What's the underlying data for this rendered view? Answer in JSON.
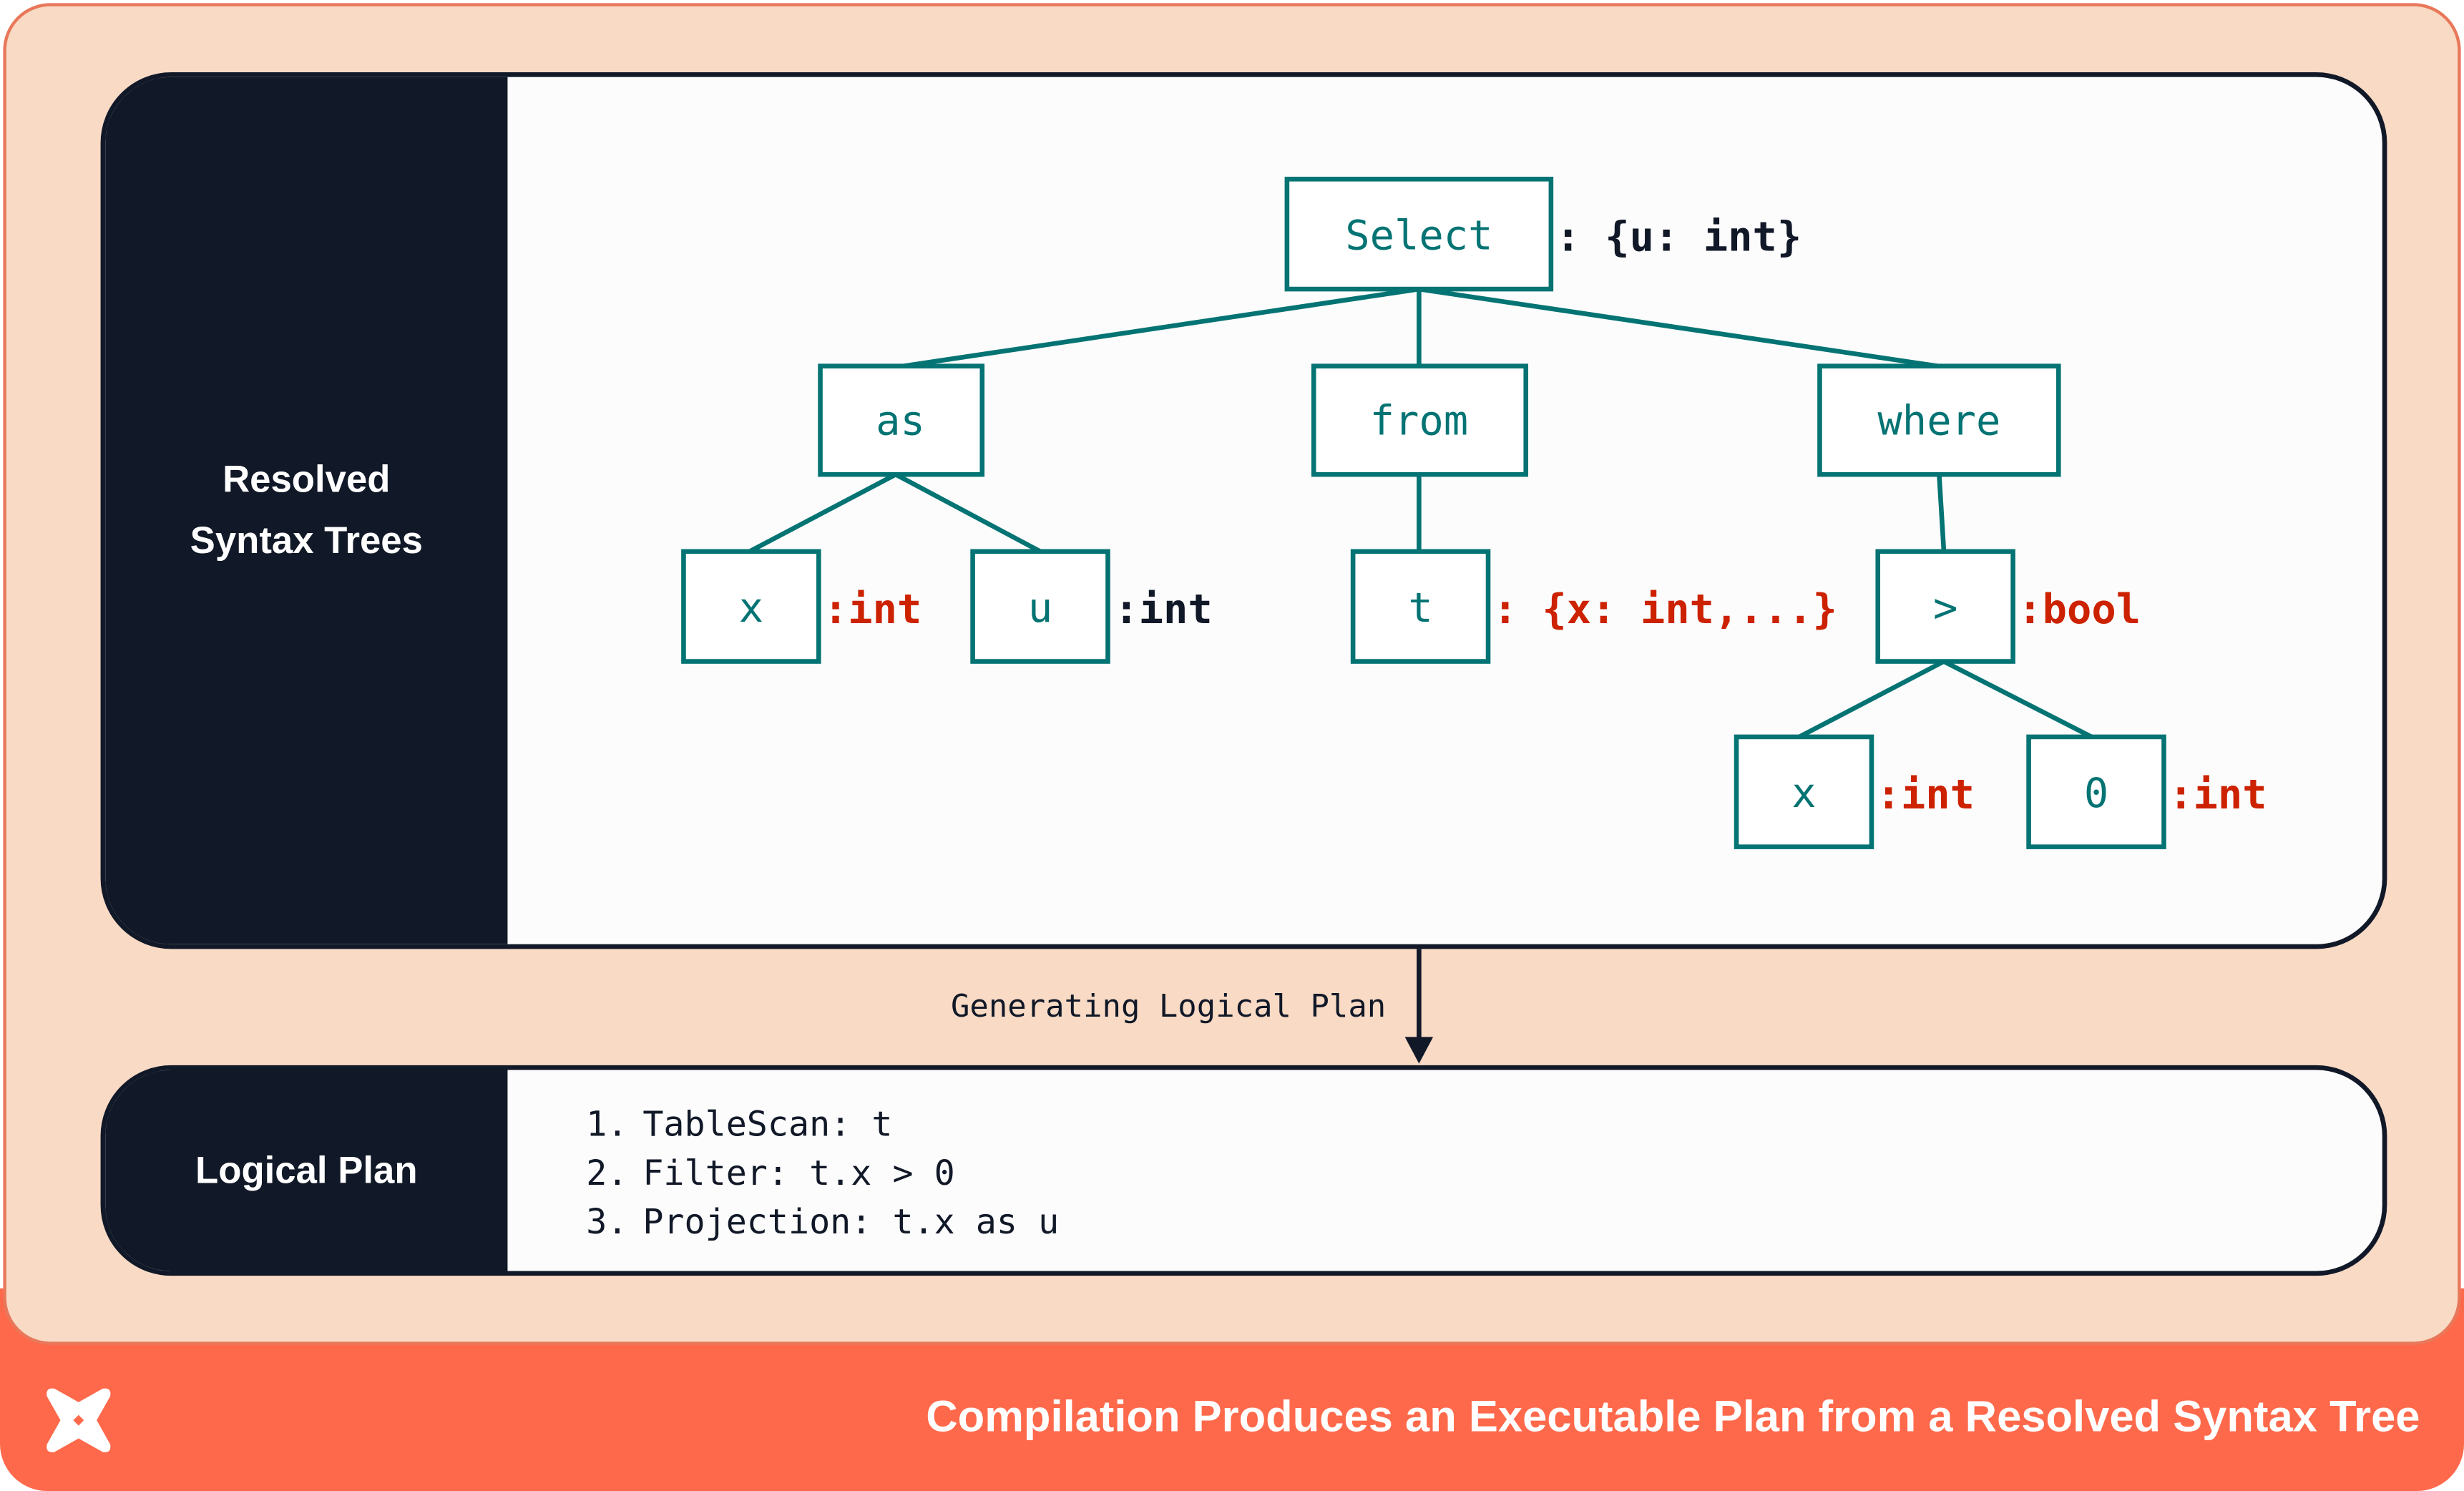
{
  "tree_panel": {
    "label_line1": "Resolved",
    "label_line2": "Syntax Trees"
  },
  "tree": {
    "nodes": {
      "select": "Select",
      "as": "as",
      "from": "from",
      "where": "where",
      "x": "x",
      "u": "u",
      "t": "t",
      "gt": ">",
      "x2": "x",
      "zero": "0"
    },
    "types": {
      "select": ": {u: int}",
      "x": ":int",
      "u": ":int",
      "t": ": {x: int,...}",
      "gt": ":bool",
      "x2": ":int",
      "zero": ":int"
    }
  },
  "arrow_label": "Generating Logical Plan",
  "plan_panel": {
    "label": "Logical Plan",
    "steps": [
      {
        "num": "1.",
        "text": "TableScan: t"
      },
      {
        "num": "2.",
        "text": "Filter: t.x > 0"
      },
      {
        "num": "3.",
        "text": "Projection: t.x as u"
      }
    ]
  },
  "footer": {
    "title": "Compilation Produces an Executable Plan from a Resolved Syntax Tree",
    "logo": "x-logo"
  },
  "colors": {
    "accent": "#ff694b",
    "background": "#f8dac5",
    "dark": "#111827",
    "node": "#047373",
    "type_highlight": "#cc2200"
  }
}
